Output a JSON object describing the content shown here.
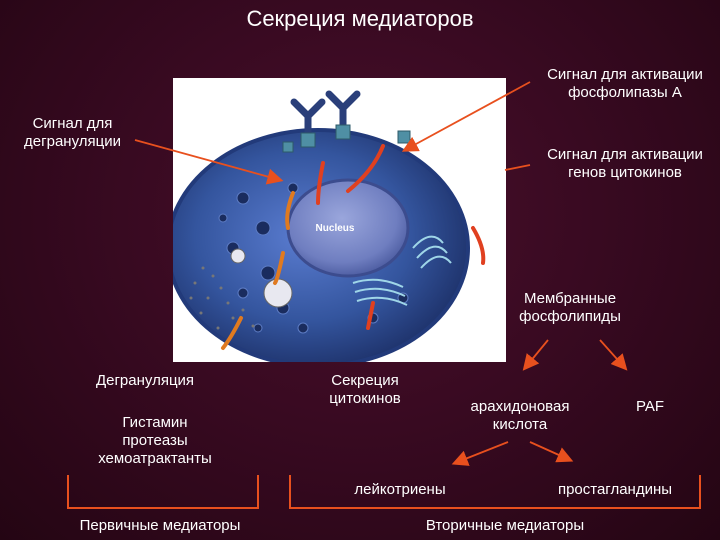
{
  "title": "Секреция медиаторов",
  "labels": {
    "signal_phospholipase_line1": "Сигнал для активации",
    "signal_phospholipase_line2": "фосфолипазы А",
    "signal_degranulation_line1": "Сигнал для",
    "signal_degranulation_line2": "дегрануляции",
    "signal_cytokine_genes_line1": "Сигнал для активации",
    "signal_cytokine_genes_line2": "генов цитокинов",
    "membrane_phospholipids_line1": "Мембранные",
    "membrane_phospholipids_line2": "фосфолипиды",
    "degranulation": "Дегрануляция",
    "histamine": "Гистамин",
    "proteases": "протеазы",
    "chemoattractants": "хемоатрактанты",
    "cytokine_secretion_line1": "Секреция",
    "cytokine_secretion_line2": "цитокинов",
    "arachidonic_line1": "арахидоновая",
    "arachidonic_line2": "кислота",
    "paf": "PAF",
    "leukotrienes": "лейкотриены",
    "prostaglandins": "простагландины",
    "primary_mediators": "Первичные медиаторы",
    "secondary_mediators": "Вторичные медиаторы",
    "nucleus": "Nucleus"
  },
  "colors": {
    "background": "#35091f",
    "arrow": "#e8501e",
    "bracket": "#e8501e",
    "cell_blue": "#3a5aa8",
    "nucleus": "#7d8cc8",
    "text": "#ffffff"
  }
}
